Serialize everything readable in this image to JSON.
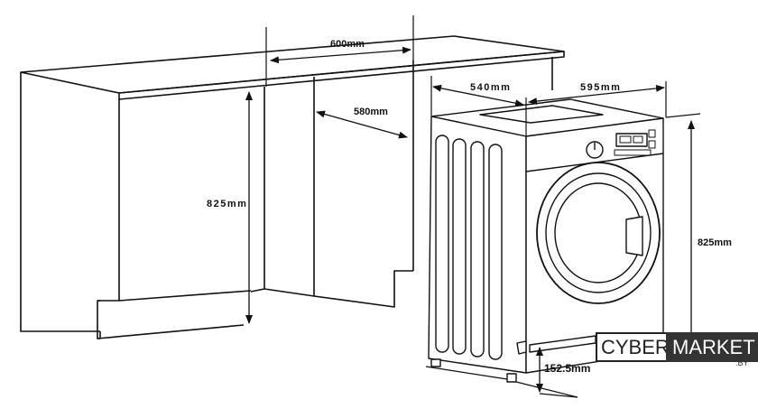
{
  "dimensions": {
    "cabinet_width": "600mm",
    "cabinet_depth": "580mm",
    "cabinet_height": "825mm",
    "machine_depth": "540mm",
    "machine_width": "595mm",
    "machine_height": "825mm",
    "foot_offset": "152.5mm"
  },
  "logo": {
    "part1": "CYBER",
    "part2": "MARKET",
    "suffix": ".BY"
  }
}
